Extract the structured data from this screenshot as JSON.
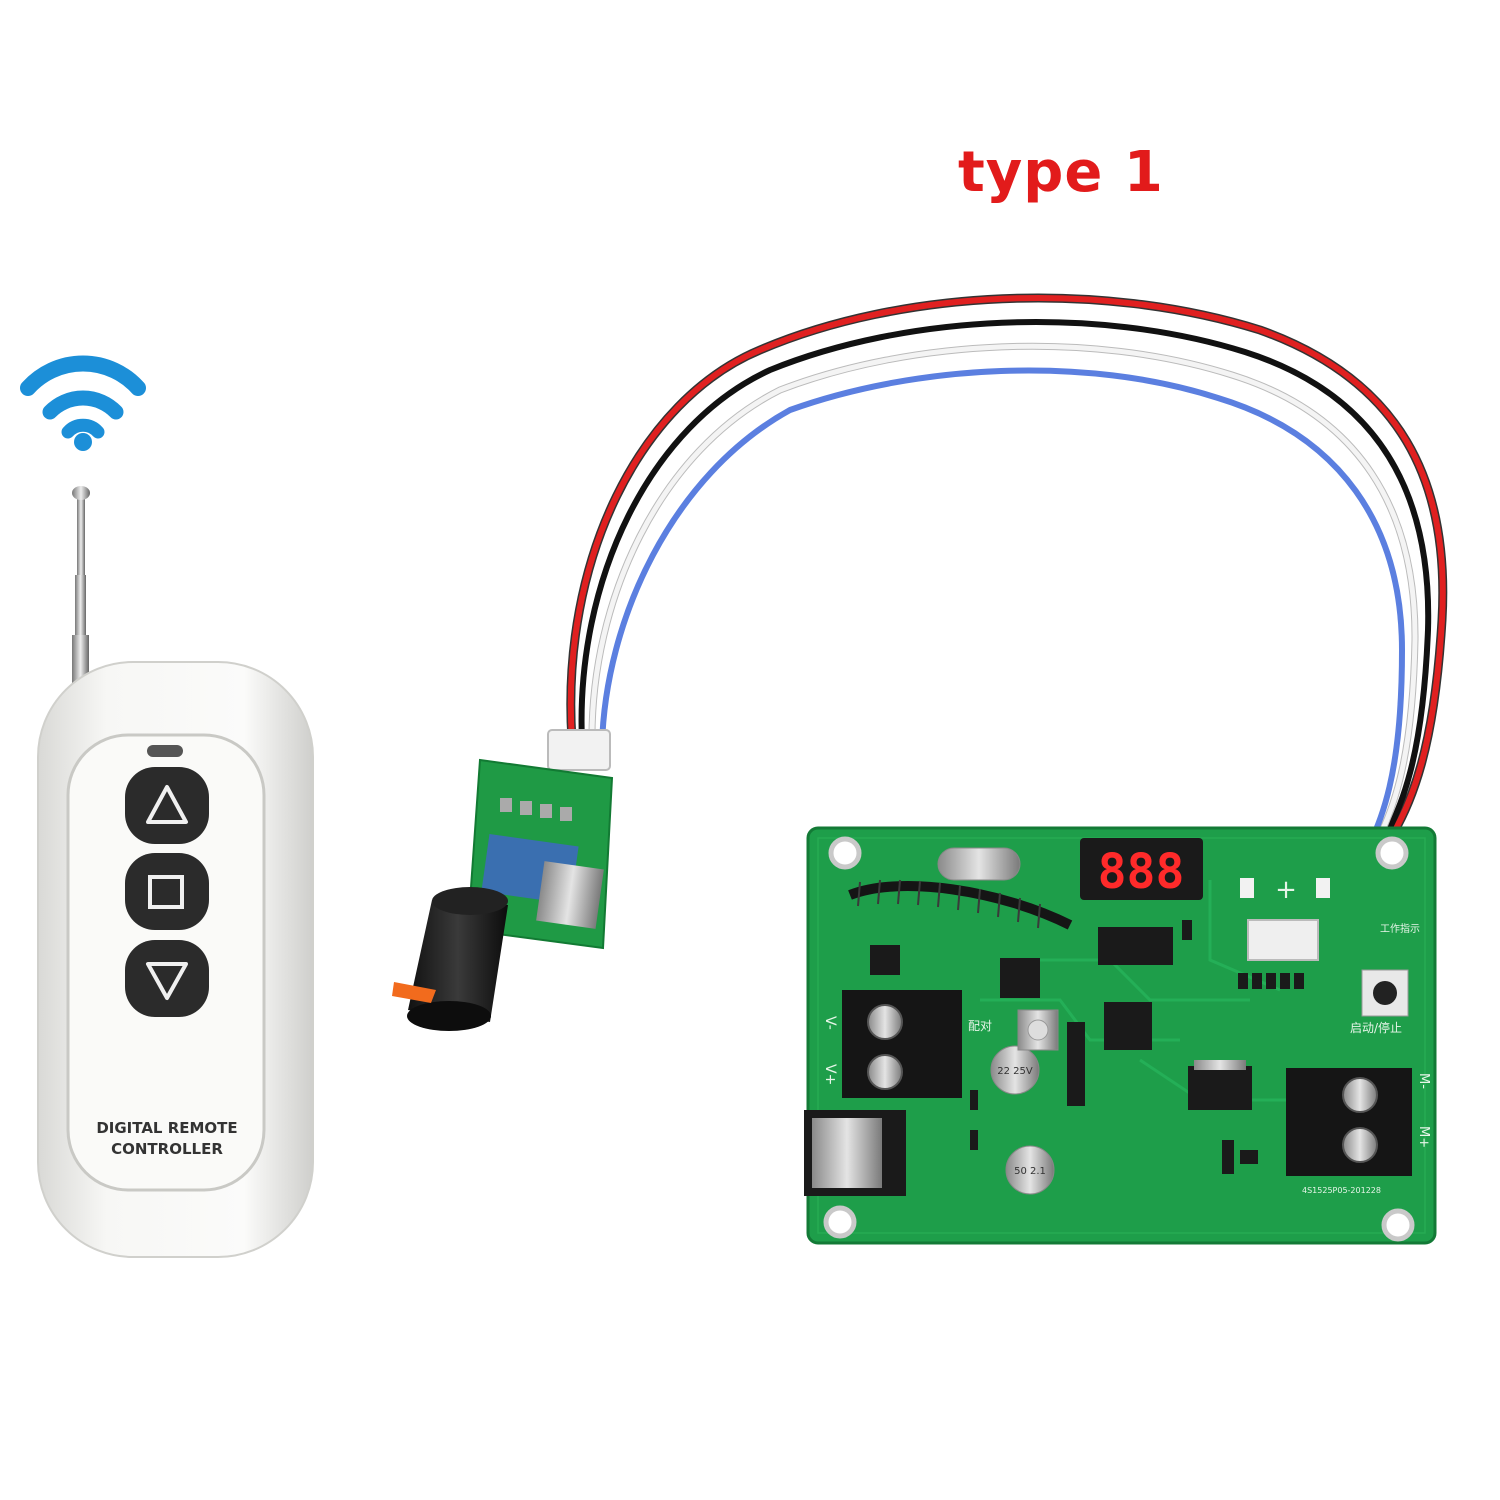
{
  "heading": {
    "text": "type 1",
    "color": "#e21b1b"
  },
  "remote": {
    "label_line1": "DIGITAL REMOTE",
    "label_line2": "CONTROLLER",
    "buttons": [
      "up-arrow",
      "stop-square",
      "down-arrow"
    ],
    "signal_icon": "wifi-icon"
  },
  "display": {
    "digits": "888",
    "color": "#ff2a2a"
  },
  "board_labels": {
    "v_minus": "V-",
    "v_plus": "V+",
    "m_minus": "M-",
    "m_plus": "M+",
    "pair": "配对",
    "start_stop": "启动/停止",
    "work_indicator": "工作指示",
    "pcb_code": "4S1525P05-201228",
    "cap1": "22 25V",
    "cap2": "50 2.1"
  },
  "wires": [
    "#e02020",
    "#111111",
    "#f4f4f4",
    "#5b7fe0"
  ],
  "colors": {
    "pcb": "#1e9e4a",
    "pcb_dark": "#128038",
    "remote_body": "#f3f3f1",
    "button": "#2b2b2b"
  }
}
